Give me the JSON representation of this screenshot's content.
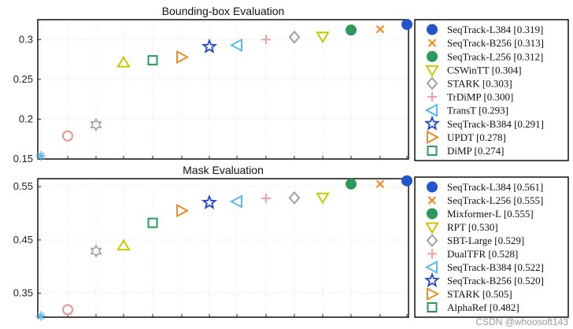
{
  "watermark": "CSDN @whoosoft143",
  "chart_data": [
    {
      "type": "scatter",
      "title": "Bounding-box Evaluation",
      "ylim": [
        0.15,
        0.325
      ],
      "yticks": [
        0.15,
        0.2,
        0.25,
        0.3
      ],
      "ytick_labels": [
        "0.15",
        "0.2",
        "0.25",
        "0.3"
      ],
      "grid": true,
      "legend_position": "right",
      "points": [
        {
          "label": "SeqTrack-L384 [0.319]",
          "value": 0.319,
          "marker": "circle-filled",
          "color": "#2255cc"
        },
        {
          "label": "SeqTrack-B256 [0.313]",
          "value": 0.313,
          "marker": "x",
          "color": "#f08a24"
        },
        {
          "label": "SeqTrack-L256 [0.312]",
          "value": 0.312,
          "marker": "circle-filled",
          "color": "#2a9a5c"
        },
        {
          "label": "CSWinTT [0.304]",
          "value": 0.304,
          "marker": "triangle-down",
          "color": "#c8c800"
        },
        {
          "label": "STARK [0.303]",
          "value": 0.303,
          "marker": "diamond",
          "color": "#a0a0a0"
        },
        {
          "label": "TrDiMP [0.300]",
          "value": 0.3,
          "marker": "plus",
          "color": "#f4a0a0"
        },
        {
          "label": "TransT [0.293]",
          "value": 0.293,
          "marker": "triangle-left",
          "color": "#5ab8f0"
        },
        {
          "label": "SeqTrack-B384 [0.291]",
          "value": 0.291,
          "marker": "star",
          "color": "#2244cc"
        },
        {
          "label": "UPDT [0.278]",
          "value": 0.278,
          "marker": "triangle-right",
          "color": "#f08a24"
        },
        {
          "label": "DiMP [0.274]",
          "value": 0.274,
          "marker": "square",
          "color": "#2a9a5c"
        }
      ],
      "extra_points": [
        {
          "value": 0.271,
          "marker": "triangle-up",
          "color": "#c8c800"
        },
        {
          "value": 0.193,
          "marker": "hexagram",
          "color": "#a0a0a0"
        },
        {
          "value": 0.179,
          "marker": "circle-open",
          "color": "#f09090"
        },
        {
          "value": 0.154,
          "marker": "asterisk",
          "color": "#5ab8f0"
        }
      ]
    },
    {
      "type": "scatter",
      "title": "Mask Evaluation",
      "ylim": [
        0.305,
        0.565
      ],
      "yticks": [
        0.35,
        0.45,
        0.55
      ],
      "ytick_labels": [
        "0.35",
        "0.45",
        "0.55"
      ],
      "grid": true,
      "legend_position": "right",
      "points": [
        {
          "label": "SeqTrack-L384 [0.561]",
          "value": 0.561,
          "marker": "circle-filled",
          "color": "#2255cc"
        },
        {
          "label": "SeqTrack-L256 [0.555]",
          "value": 0.555,
          "marker": "x",
          "color": "#f08a24"
        },
        {
          "label": "Mixformer-L [0.555]",
          "value": 0.555,
          "marker": "circle-filled",
          "color": "#2a9a5c"
        },
        {
          "label": "RPT [0.530]",
          "value": 0.53,
          "marker": "triangle-down",
          "color": "#c8c800"
        },
        {
          "label": "SBT-Large [0.529]",
          "value": 0.529,
          "marker": "diamond",
          "color": "#a0a0a0"
        },
        {
          "label": "DualTFR [0.528]",
          "value": 0.528,
          "marker": "plus",
          "color": "#f4a0a0"
        },
        {
          "label": "SeqTrack-B384 [0.522]",
          "value": 0.522,
          "marker": "triangle-left",
          "color": "#5ab8f0"
        },
        {
          "label": "SeqTrack-B256 [0.520]",
          "value": 0.52,
          "marker": "star",
          "color": "#2244cc"
        },
        {
          "label": "STARK [0.505]",
          "value": 0.505,
          "marker": "triangle-right",
          "color": "#f08a24"
        },
        {
          "label": "AlphaRef [0.482]",
          "value": 0.482,
          "marker": "square",
          "color": "#2a9a5c"
        }
      ],
      "extra_points": [
        {
          "value": 0.439,
          "marker": "triangle-up",
          "color": "#c8c800"
        },
        {
          "value": 0.429,
          "marker": "hexagram",
          "color": "#a0a0a0"
        },
        {
          "value": 0.319,
          "marker": "circle-open",
          "color": "#f09090"
        },
        {
          "value": 0.307,
          "marker": "asterisk",
          "color": "#5ab8f0"
        }
      ]
    }
  ]
}
